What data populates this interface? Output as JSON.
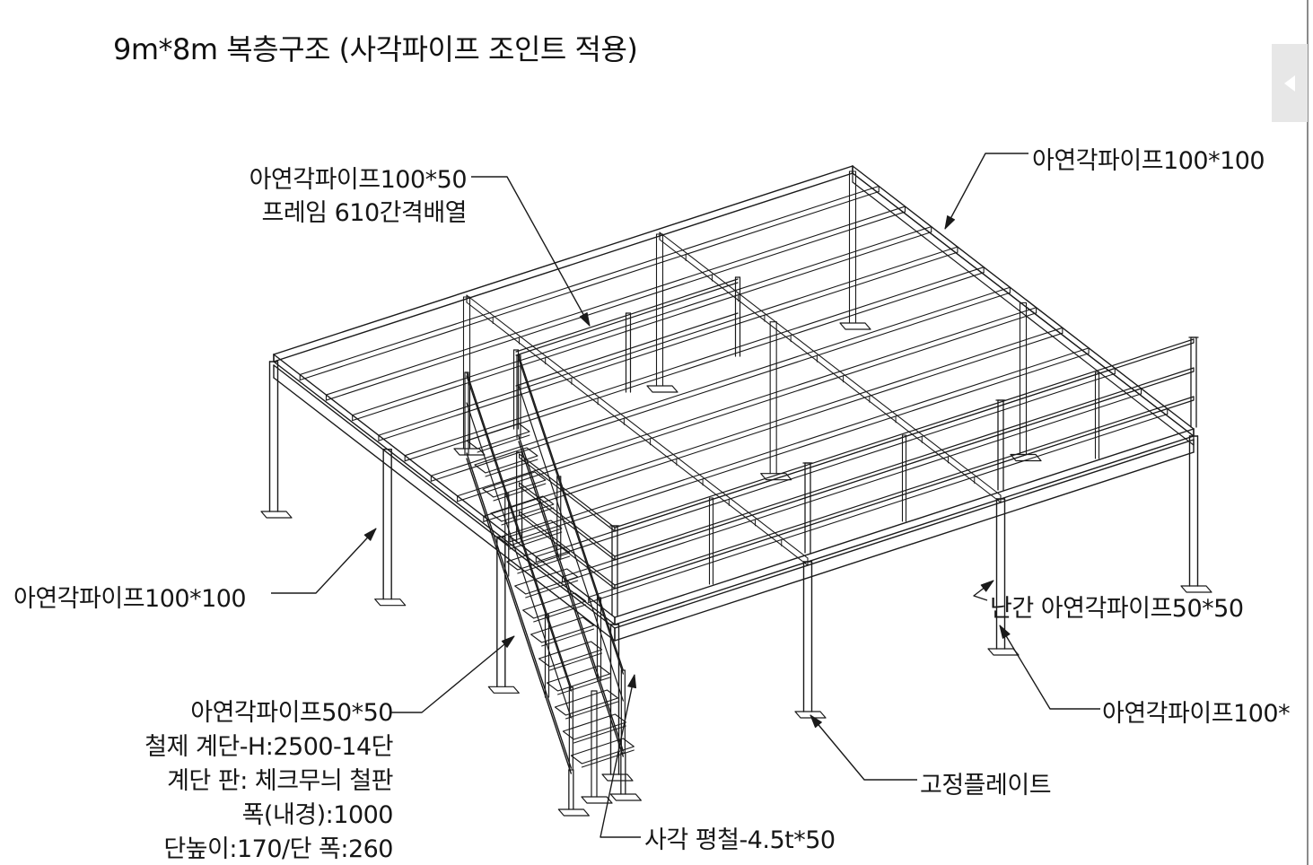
{
  "title": "9m*8m 복층구조 (사각파이프 조인트 적용)",
  "callouts": {
    "frame_pipe": {
      "line1": "아연각파이프100*50",
      "line2": "프레임 610간격배열"
    },
    "column_top_right": "아연각파이프100*100",
    "column_left": "아연각파이프100*100",
    "handrail": "난간 아연각파이프50*50",
    "column_bottom_right": "아연각파이프100*",
    "stairs": {
      "line1": "아연각파이프50*50",
      "line2": "철제 계단-H:2500-14단",
      "line3": "계단 판: 체크무늬 철판",
      "line4": "폭(내경):1000",
      "line5": "단높이:170/단 폭:260"
    },
    "base_plate": "고정플레이트",
    "flat_bar": "사각 평철-4.5t*50"
  },
  "ui": {
    "panel_toggle_icon": "left-triangle"
  },
  "colors": {
    "line": "#1a1a1a",
    "background": "#ffffff",
    "toggle_bg": "#e7e7e7",
    "toggle_arrow": "#ffffff",
    "divider": "#8a8a8a"
  }
}
